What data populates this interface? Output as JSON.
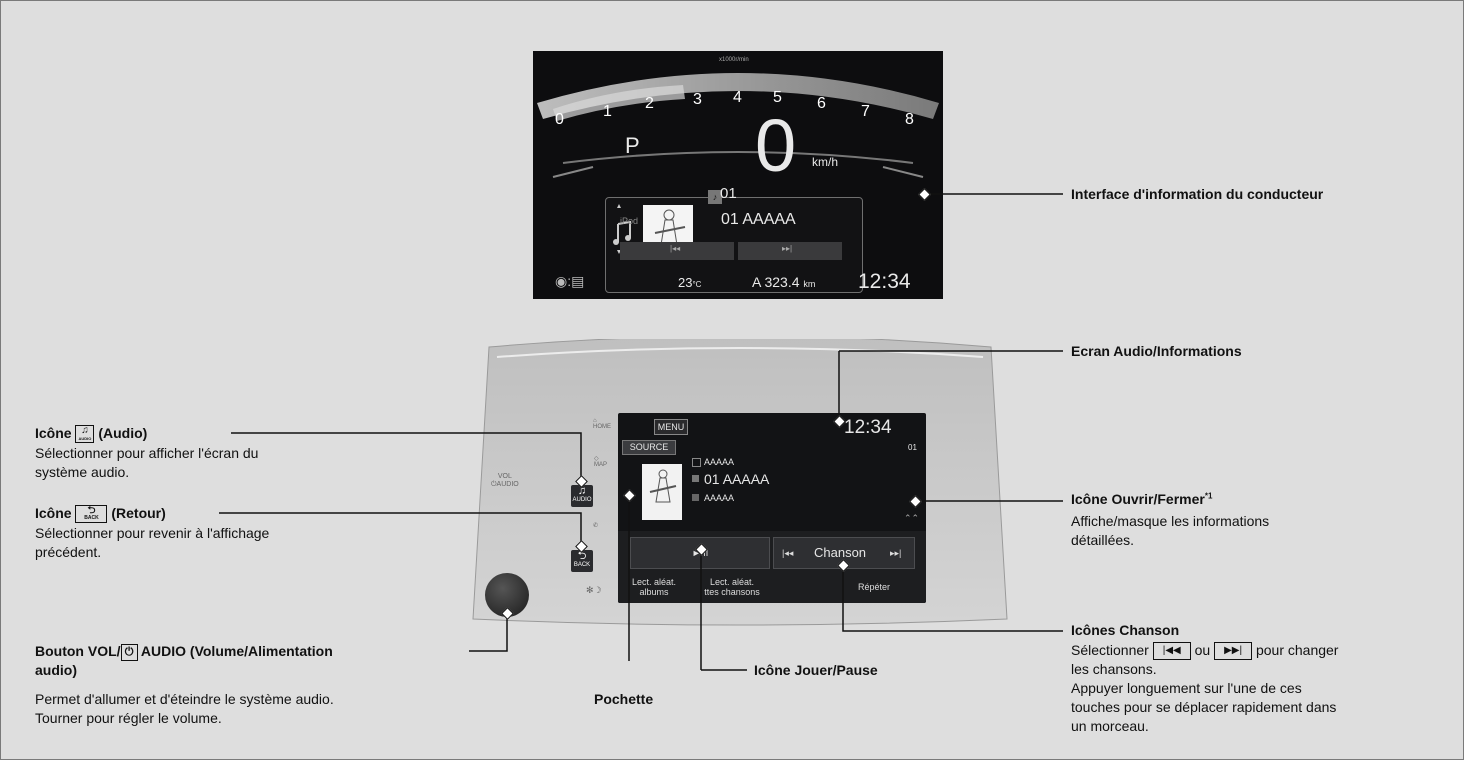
{
  "cluster": {
    "rpm_unit": "x1000r/min",
    "ticks": [
      "0",
      "1",
      "2",
      "3",
      "4",
      "5",
      "6",
      "7",
      "8"
    ],
    "gear": "P",
    "speed": "0",
    "speed_unit": "km/h",
    "source": "iPod",
    "track": "01",
    "title": "01 AAAAA",
    "temperature": "23",
    "temp_unit": "°C",
    "odometer": "A 323.4",
    "odometer_unit": "km",
    "clock": "12:34"
  },
  "screen": {
    "menu": "MENU",
    "source": "SOURCE",
    "clock": "12:34",
    "track_badge": "01",
    "row1": "AAAAA",
    "row2": "01 AAAAA",
    "row3": "AAAAA",
    "play_pause": "►/II",
    "song_label": "Chanson",
    "shuffle_albums_1": "Lect. aléat.",
    "shuffle_albums_2": "albums",
    "shuffle_all_1": "Lect. aléat.",
    "shuffle_all_2": "ttes chansons",
    "repeat": "Répéter"
  },
  "side_buttons": {
    "home": "HOME",
    "map": "MAP",
    "audio": "AUDIO",
    "back": "BACK"
  },
  "knob_label_1": "VOL",
  "knob_label_2": "AUDIO",
  "labels": {
    "driver_info": "Interface d'information du conducteur",
    "audio_screen": "Ecran Audio/Informations",
    "audio_icon_prefix": "Icône",
    "audio_icon_suffix": "(Audio)",
    "audio_icon_desc_1": "Sélectionner pour afficher l'écran du",
    "audio_icon_desc_2": "système audio.",
    "back_icon_prefix": "Icône",
    "back_icon_suffix": "(Retour)",
    "back_icon_desc_1": "Sélectionner pour revenir à l'affichage",
    "back_icon_desc_2": "précédent.",
    "knob_title_1a": "Bouton VOL/",
    "knob_title_1b": " AUDIO (Volume/Alimentation",
    "knob_title_2": "audio)",
    "knob_desc_1": "Permet d'allumer et d'éteindre le système audio.",
    "knob_desc_2": "Tourner pour régler le volume.",
    "pochette": "Pochette",
    "play_pause": "Icône Jouer/Pause",
    "open_close": "Icône Ouvrir/Fermer",
    "open_close_note": "*1",
    "open_close_desc_1": "Affiche/masque les informations",
    "open_close_desc_2": "détaillées.",
    "song_icons": "Icônes Chanson",
    "song_desc_1a": "Sélectionner",
    "song_desc_1b": "ou",
    "song_desc_1c": "pour changer",
    "song_desc_2": "les chansons.",
    "song_desc_3": "Appuyer longuement sur l'une de ces",
    "song_desc_4": "touches pour se déplacer rapidement dans",
    "song_desc_5": "un morceau."
  }
}
